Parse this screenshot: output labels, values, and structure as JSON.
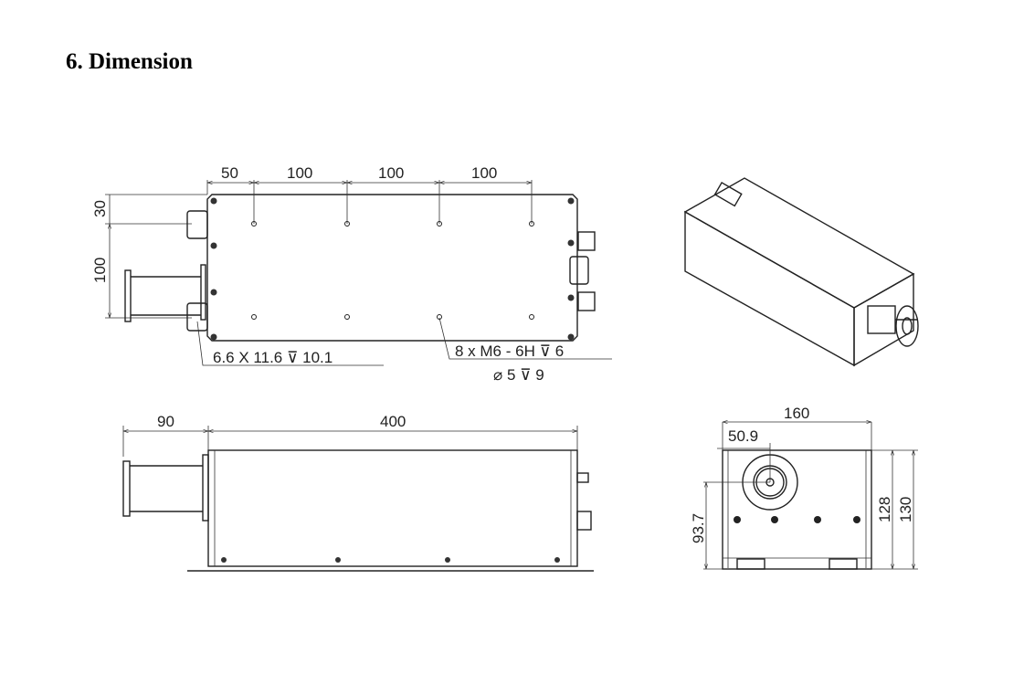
{
  "section": {
    "number": "6.",
    "title": "Dimension"
  },
  "top_view": {
    "dims_horizontal": [
      "50",
      "100",
      "100",
      "100"
    ],
    "dims_vertical": [
      "30",
      "100"
    ],
    "callout_slot": "6.6 X 11.6 ⊽ 10.1",
    "callout_holes_line1": "8 x  M6 - 6H ⊽ 6",
    "callout_holes_line2": "⌀ 5 ⊽ 9"
  },
  "side_view": {
    "dims": [
      "90",
      "400"
    ]
  },
  "front_view": {
    "width": "160",
    "offset": "50.9",
    "center_height": "93.7",
    "inner_height": "128",
    "height": "130"
  }
}
